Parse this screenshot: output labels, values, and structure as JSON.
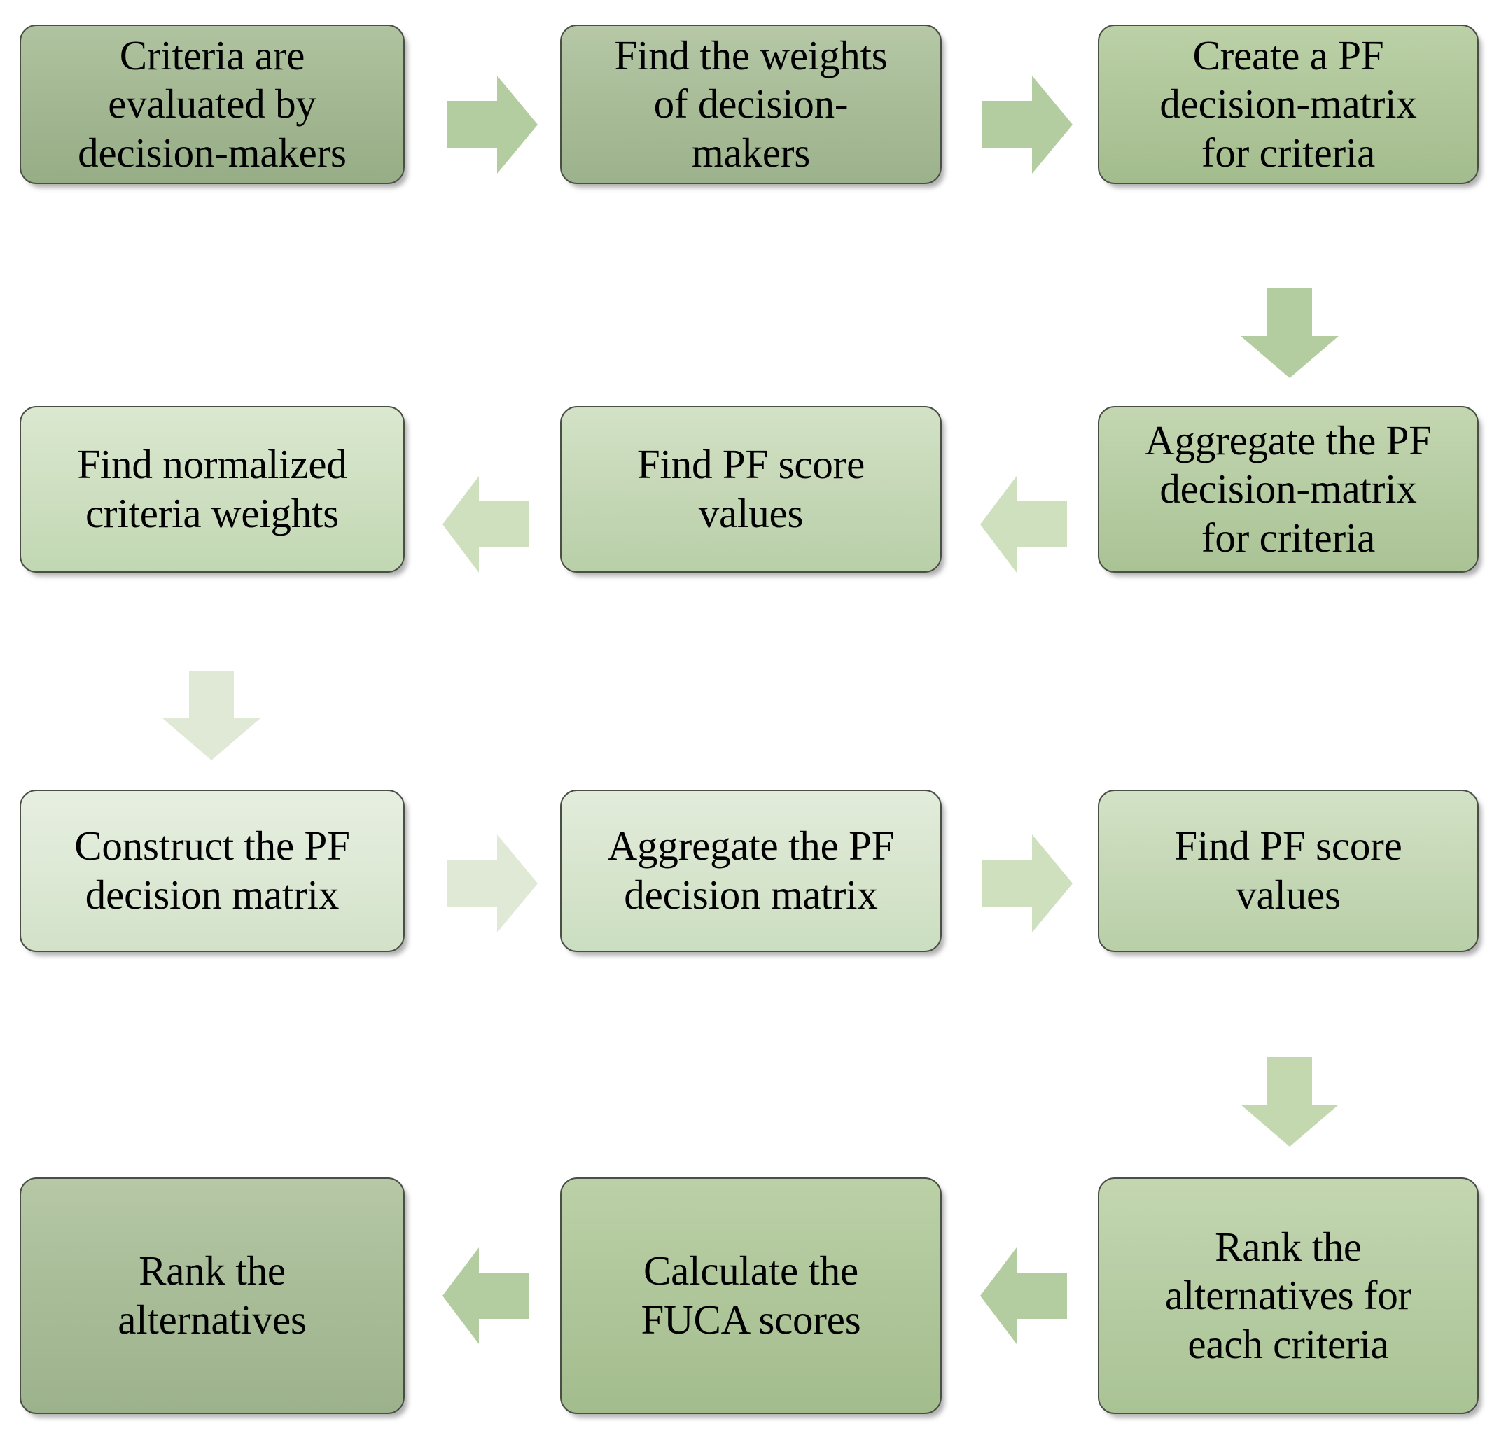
{
  "diagram": {
    "title": "Pythagorean Fuzzy FUCA methodology flowchart",
    "type": "flowchart",
    "columns": 3,
    "rows": 4,
    "background_color": "#ffffff",
    "text_color": "#000000",
    "border_color": "#4a4f46",
    "palette": {
      "darkest_green": "#9cb288",
      "mid_green": "#aecb96",
      "light_green": "#c6d8b7",
      "lightest_green": "#e3ebdc",
      "arrow_green": "#b3cda0",
      "arrow_light_green": "#cfe0bf",
      "arrow_pale_green": "#dfe9d6"
    }
  },
  "nodes": [
    {
      "id": "n1",
      "step": 1,
      "label": "Criteria are\nevaluated by\ndecision-makers"
    },
    {
      "id": "n2",
      "step": 2,
      "label": "Find the weights\nof decision-\nmakers"
    },
    {
      "id": "n3",
      "step": 3,
      "label": "Create a PF\ndecision-matrix\nfor criteria"
    },
    {
      "id": "n4",
      "step": 4,
      "label": "Aggregate the PF\ndecision-matrix\nfor criteria"
    },
    {
      "id": "n5",
      "step": 5,
      "label": "Find PF score\nvalues"
    },
    {
      "id": "n6",
      "step": 6,
      "label": "Find normalized\ncriteria weights"
    },
    {
      "id": "n7",
      "step": 7,
      "label": "Construct the PF\ndecision matrix"
    },
    {
      "id": "n8",
      "step": 8,
      "label": "Aggregate the PF\ndecision matrix"
    },
    {
      "id": "n9",
      "step": 9,
      "label": "Find PF score\nvalues"
    },
    {
      "id": "n10",
      "step": 10,
      "label": "Rank the\nalternatives for\neach criteria"
    },
    {
      "id": "n11",
      "step": 11,
      "label": "Calculate the\nFUCA scores"
    },
    {
      "id": "n12",
      "step": 12,
      "label": "Rank the\nalternatives"
    }
  ],
  "connectors": [
    {
      "id": "c1",
      "from": "n1",
      "to": "n2",
      "direction": "right"
    },
    {
      "id": "c2",
      "from": "n2",
      "to": "n3",
      "direction": "right"
    },
    {
      "id": "c3",
      "from": "n3",
      "to": "n4",
      "direction": "down"
    },
    {
      "id": "c4",
      "from": "n4",
      "to": "n5",
      "direction": "left"
    },
    {
      "id": "c5",
      "from": "n5",
      "to": "n6",
      "direction": "left"
    },
    {
      "id": "c6",
      "from": "n6",
      "to": "n7",
      "direction": "down"
    },
    {
      "id": "c7",
      "from": "n7",
      "to": "n8",
      "direction": "right"
    },
    {
      "id": "c8",
      "from": "n8",
      "to": "n9",
      "direction": "right"
    },
    {
      "id": "c9",
      "from": "n9",
      "to": "n10",
      "direction": "down"
    },
    {
      "id": "c10",
      "from": "n10",
      "to": "n11",
      "direction": "left"
    },
    {
      "id": "c11",
      "from": "n11",
      "to": "n12",
      "direction": "left"
    }
  ]
}
